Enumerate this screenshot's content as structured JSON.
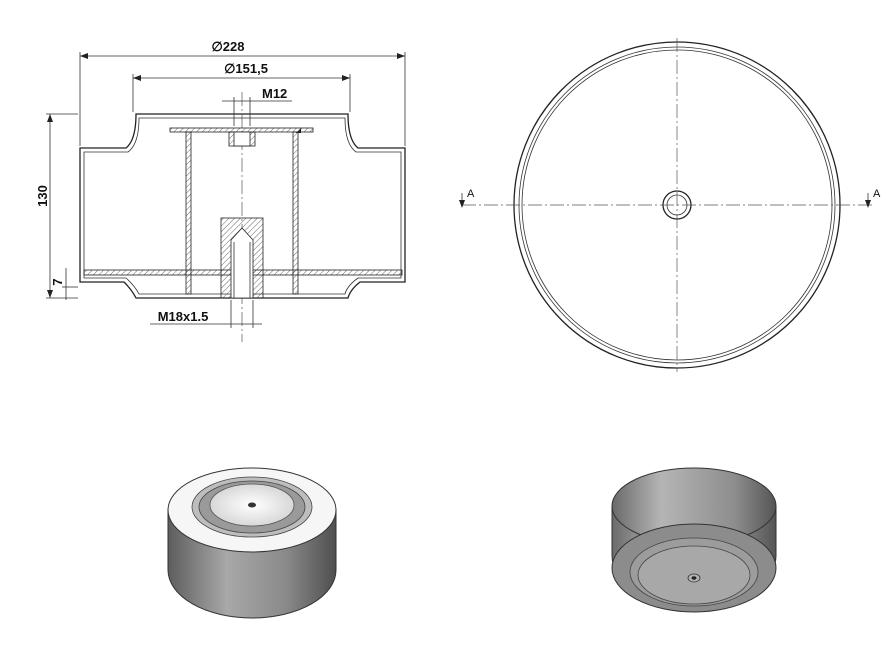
{
  "dimensions": {
    "outer_diameter": "∅228",
    "inner_diameter": "∅151,5",
    "top_thread": "M12",
    "height": "130",
    "base": "7",
    "bottom_thread": "M18x1.5"
  },
  "section_markers": {
    "left": "A",
    "right": "A"
  },
  "colors": {
    "line": "#222222",
    "body_gray": "#8a8a8a",
    "face_light": "#e8e8e8"
  }
}
